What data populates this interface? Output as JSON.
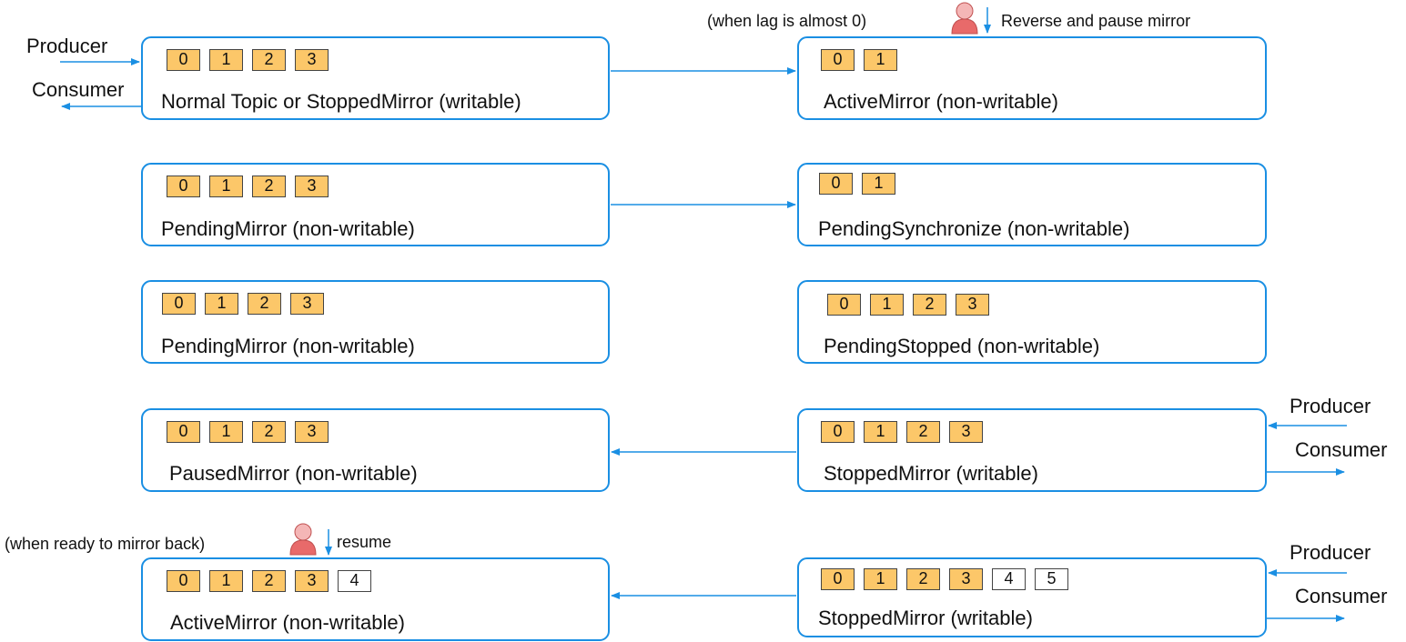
{
  "rows": [
    {
      "left": {
        "label": "Normal Topic or StoppedMirror (writable)",
        "cells": [
          {
            "v": "0",
            "filled": true
          },
          {
            "v": "1",
            "filled": true
          },
          {
            "v": "2",
            "filled": true
          },
          {
            "v": "3",
            "filled": true
          }
        ]
      },
      "right": {
        "label": "ActiveMirror (non-writable)",
        "cells": [
          {
            "v": "0",
            "filled": true
          },
          {
            "v": "1",
            "filled": true
          }
        ]
      }
    },
    {
      "left": {
        "label": "PendingMirror (non-writable)",
        "cells": [
          {
            "v": "0",
            "filled": true
          },
          {
            "v": "1",
            "filled": true
          },
          {
            "v": "2",
            "filled": true
          },
          {
            "v": "3",
            "filled": true
          }
        ]
      },
      "right": {
        "label": "PendingSynchronize (non-writable)",
        "cells": [
          {
            "v": "0",
            "filled": true
          },
          {
            "v": "1",
            "filled": true
          }
        ]
      }
    },
    {
      "left": {
        "label": "PendingMirror (non-writable)",
        "cells": [
          {
            "v": "0",
            "filled": true
          },
          {
            "v": "1",
            "filled": true
          },
          {
            "v": "2",
            "filled": true
          },
          {
            "v": "3",
            "filled": true
          }
        ]
      },
      "right": {
        "label": "PendingStopped (non-writable)",
        "cells": [
          {
            "v": "0",
            "filled": true
          },
          {
            "v": "1",
            "filled": true
          },
          {
            "v": "2",
            "filled": true
          },
          {
            "v": "3",
            "filled": true
          }
        ]
      }
    },
    {
      "left": {
        "label": "PausedMirror (non-writable)",
        "cells": [
          {
            "v": "0",
            "filled": true
          },
          {
            "v": "1",
            "filled": true
          },
          {
            "v": "2",
            "filled": true
          },
          {
            "v": "3",
            "filled": true
          }
        ]
      },
      "right": {
        "label": "StoppedMirror (writable)",
        "cells": [
          {
            "v": "0",
            "filled": true
          },
          {
            "v": "1",
            "filled": true
          },
          {
            "v": "2",
            "filled": true
          },
          {
            "v": "3",
            "filled": true
          }
        ]
      }
    },
    {
      "left": {
        "label": "ActiveMirror (non-writable)",
        "cells": [
          {
            "v": "0",
            "filled": true
          },
          {
            "v": "1",
            "filled": true
          },
          {
            "v": "2",
            "filled": true
          },
          {
            "v": "3",
            "filled": true
          },
          {
            "v": "4",
            "filled": false
          }
        ]
      },
      "right": {
        "label": "StoppedMirror (writable)",
        "cells": [
          {
            "v": "0",
            "filled": true
          },
          {
            "v": "1",
            "filled": true
          },
          {
            "v": "2",
            "filled": true
          },
          {
            "v": "3",
            "filled": true
          },
          {
            "v": "4",
            "filled": false
          },
          {
            "v": "5",
            "filled": false
          }
        ]
      }
    }
  ],
  "annotations": {
    "top_condition": "(when lag is almost 0)",
    "top_action": "Reverse and pause mirror",
    "bottom_condition": "(when ready to mirror back)",
    "bottom_action": "resume"
  },
  "endpoints": {
    "producer": "Producer",
    "consumer": "Consumer"
  },
  "colors": {
    "box_border": "#1a8fe3",
    "arrow": "#1a8fe3",
    "cell_filled": "#fcc769",
    "cell_empty": "#ffffff",
    "person": "#e86a6a"
  },
  "icons": [
    "person-icon"
  ]
}
